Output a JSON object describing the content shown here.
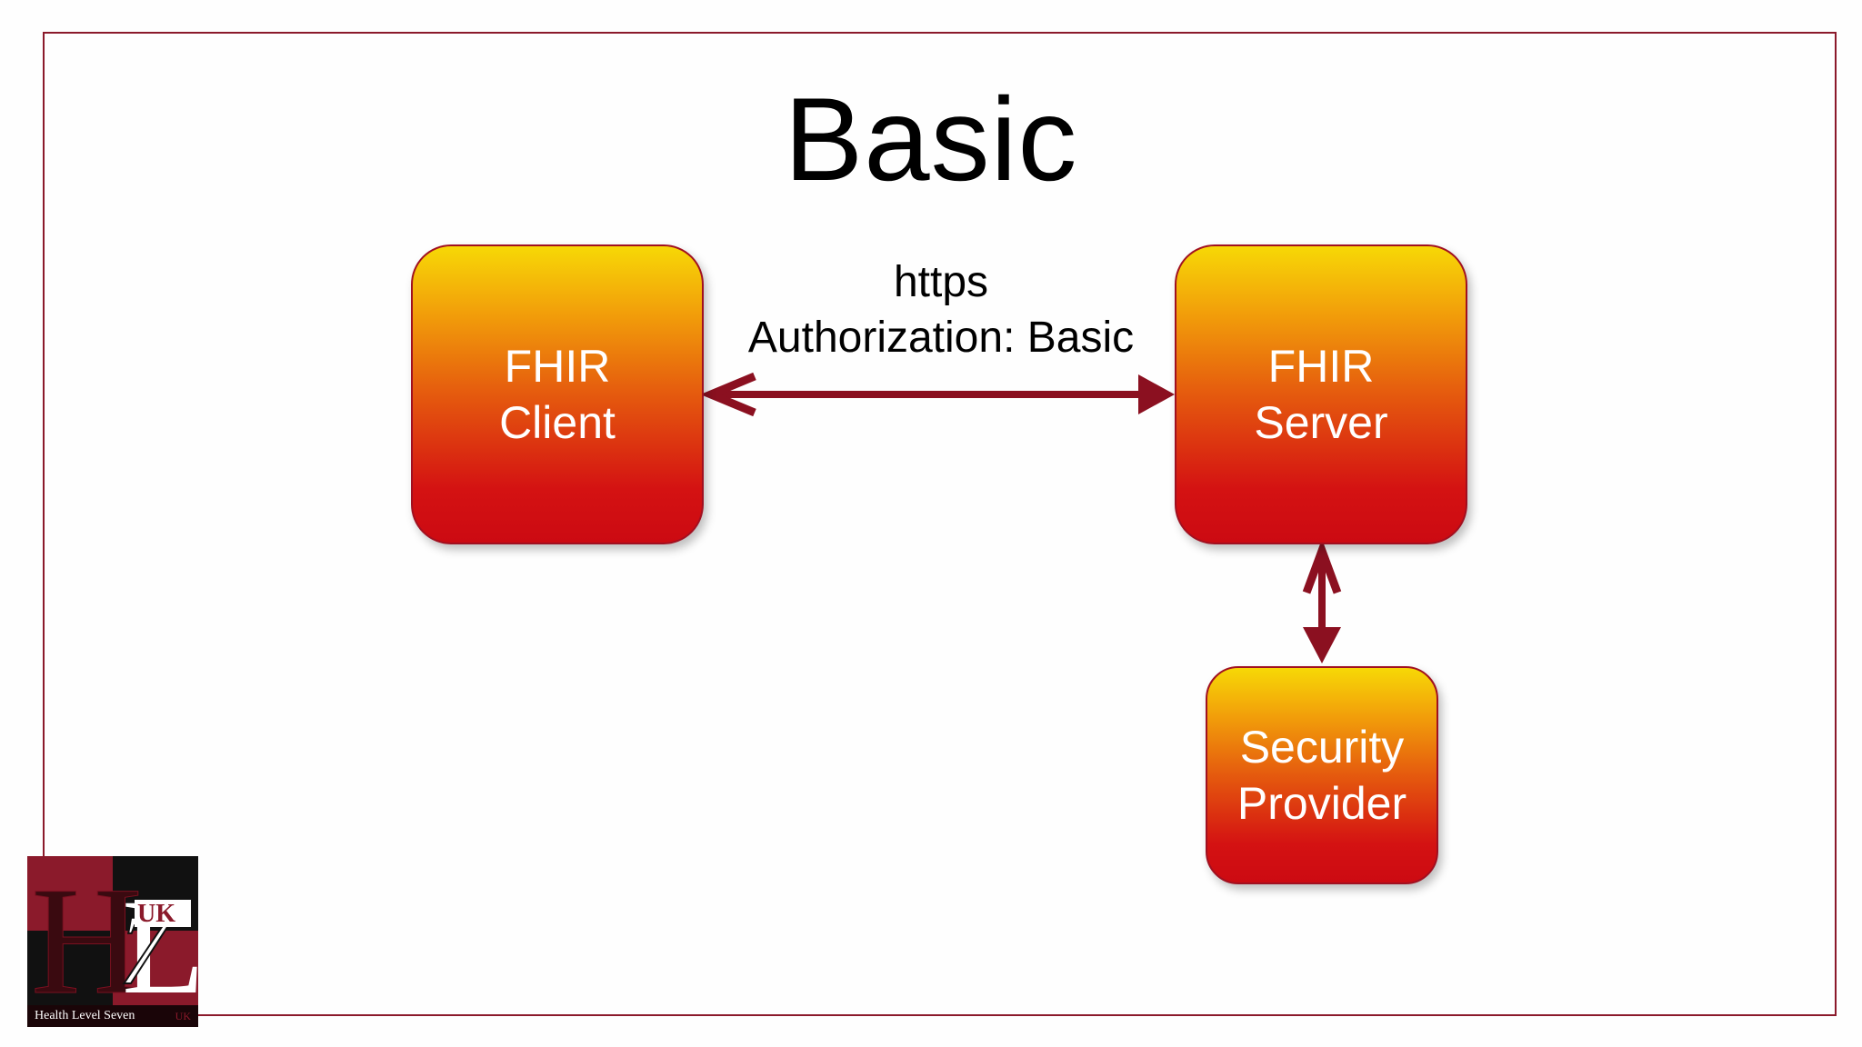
{
  "slide": {
    "title": "Basic"
  },
  "nodes": {
    "client": {
      "line1": "FHIR",
      "line2": "Client"
    },
    "server": {
      "line1": "FHIR",
      "line2": "Server"
    },
    "security": {
      "line1": "Security",
      "line2": "Provider"
    }
  },
  "edges": {
    "client_server": {
      "label_line1": "https",
      "label_line2": "Authorization: Basic",
      "direction": "bidirectional"
    },
    "server_security": {
      "direction": "bidirectional"
    }
  },
  "logo": {
    "letters_h": "H",
    "letters_l": "L",
    "number": "7",
    "region": "UK",
    "caption": "Health Level Seven",
    "caption_region": "UK"
  },
  "colors": {
    "frame": "#8b1a2b",
    "arrow": "#8b1020",
    "box_top": "#f7d806",
    "box_bottom": "#cc0a12",
    "logo_red": "#8b1a2b"
  }
}
